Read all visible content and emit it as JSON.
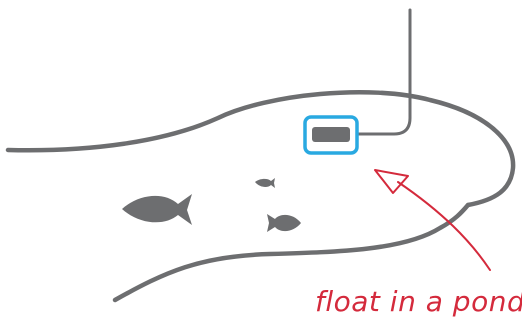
{
  "annotation": {
    "text": "float in a pond"
  },
  "icons": {
    "pond": "pond-outline",
    "float": "float-sensor",
    "cable": "sensor-cable",
    "fish": "fish-silhouette",
    "arrow": "hand-drawn-arrow"
  },
  "colors": {
    "outline": "#6d6e70",
    "fish": "#6d6e70",
    "float_body": "#6d6e70",
    "float_highlight": "#29a9e1",
    "annotation": "#d42a3c"
  }
}
